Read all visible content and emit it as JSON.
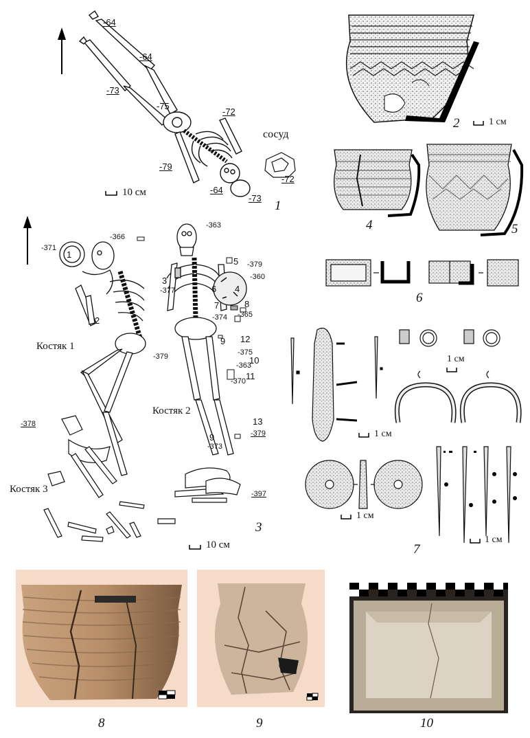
{
  "plates": {
    "p1": "1",
    "p2": "2",
    "p3": "3",
    "p4": "4",
    "p5": "5",
    "p6": "6",
    "p7": "7",
    "p8": "8",
    "p9": "9",
    "p10": "10"
  },
  "burial1": {
    "vessel_label": "сосуд",
    "scale": "10 см",
    "depths": [
      "-64",
      "-64",
      "-73",
      "-75",
      "-72",
      "-79",
      "-64",
      "-73",
      "-72"
    ]
  },
  "burial3": {
    "skeleton1": "Костяк 1",
    "skeleton2": "Костяк 2",
    "skeleton3": "Костяк 3",
    "scale": "10 см",
    "depths": [
      "-363",
      "-366",
      "-371",
      "-379",
      "-360",
      "-377",
      "-374",
      "-365",
      "-375",
      "-363",
      "-370",
      "-379",
      "-378",
      "-373",
      "-379",
      "-397"
    ],
    "finds": [
      "1",
      "2",
      "3",
      "4",
      "5",
      "6",
      "7",
      "8",
      "9",
      "10",
      "11",
      "12",
      "13",
      "9"
    ]
  },
  "scales": {
    "vessel2": "1 см",
    "rings": "1 см",
    "knife": "1 см",
    "disc": "1 см",
    "awls": "1 см"
  },
  "colors": {
    "photo8": "#a07a5a",
    "photo9": "#c9b29a",
    "photo10": "#c8bca8",
    "photo_bg": "#f6dcc8"
  }
}
